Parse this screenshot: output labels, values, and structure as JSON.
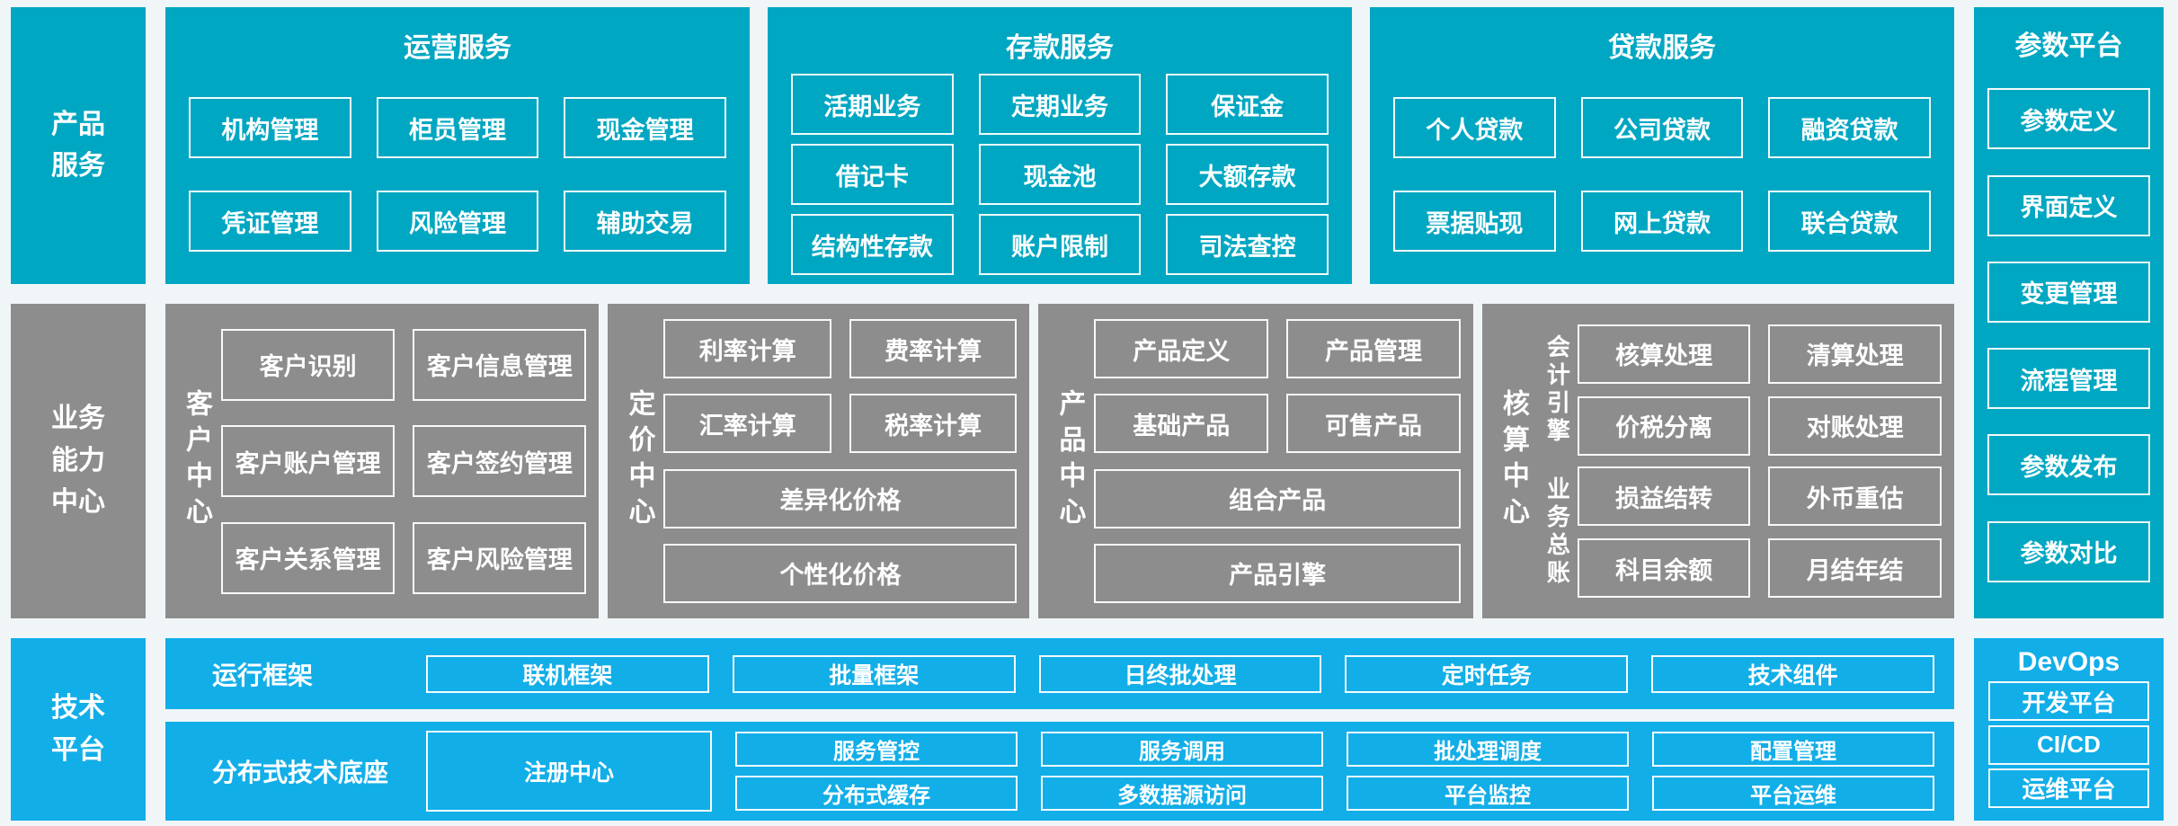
{
  "palette": {
    "teal": "#00a7c2",
    "gray": "#8d8d8d",
    "blue": "#12aee8",
    "page_bg": "#f0f6f8",
    "text": "#ffffff"
  },
  "product_row": {
    "side_label": "产品\n服务",
    "operations": {
      "title": "运营服务",
      "boxes": [
        "机构管理",
        "柜员管理",
        "现金管理",
        "凭证管理",
        "风险管理",
        "辅助交易"
      ]
    },
    "deposit": {
      "title": "存款服务",
      "boxes": [
        "活期业务",
        "定期业务",
        "保证金",
        "借记卡",
        "现金池",
        "大额存款",
        "结构性存款",
        "账户限制",
        "司法查控"
      ]
    },
    "loan": {
      "title": "贷款服务",
      "boxes": [
        "个人贷款",
        "公司贷款",
        "融资贷款",
        "票据贴现",
        "网上贷款",
        "联合贷款"
      ]
    }
  },
  "business_row": {
    "side_label": "业务\n能力\n中心",
    "customer": {
      "label": "客户中心",
      "boxes": [
        "客户识别",
        "客户信息管理",
        "客户账户管理",
        "客户签约管理",
        "客户关系管理",
        "客户风险管理"
      ]
    },
    "pricing": {
      "label": "定价中心",
      "boxes": [
        "利率计算",
        "费率计算",
        "汇率计算",
        "税率计算"
      ],
      "wide_boxes": [
        "差异化价格",
        "个性化价格"
      ]
    },
    "product": {
      "label": "产品中心",
      "boxes": [
        "产品定义",
        "产品管理",
        "基础产品",
        "可售产品"
      ],
      "wide_boxes": [
        "组合产品",
        "产品引擎"
      ]
    },
    "accounting": {
      "label": "核算中心",
      "groups": [
        {
          "label": "会计引擎",
          "boxes": [
            "核算处理",
            "清算处理",
            "价税分离",
            "对账处理"
          ]
        },
        {
          "label": "业务总账",
          "boxes": [
            "损益结转",
            "外币重估",
            "科目余额",
            "月结年结"
          ]
        }
      ]
    }
  },
  "tech_row": {
    "side_label": "技术\n平台",
    "runtime": {
      "label": "运行框架",
      "boxes": [
        "联机框架",
        "批量框架",
        "日终批处理",
        "定时任务",
        "技术组件"
      ]
    },
    "distributed": {
      "label": "分布式技术底座",
      "big_box": "注册中心",
      "boxes_top": [
        "服务管控",
        "服务调用",
        "批处理调度",
        "配置管理"
      ],
      "boxes_bottom": [
        "分布式缓存",
        "多数据源访问",
        "平台监控",
        "平台运维"
      ]
    }
  },
  "param_platform": {
    "title": "参数平台",
    "boxes": [
      "参数定义",
      "界面定义",
      "变更管理",
      "流程管理",
      "参数发布",
      "参数对比"
    ]
  },
  "devops": {
    "title": "DevOps",
    "boxes": [
      "开发平台",
      "CI/CD",
      "运维平台"
    ]
  }
}
